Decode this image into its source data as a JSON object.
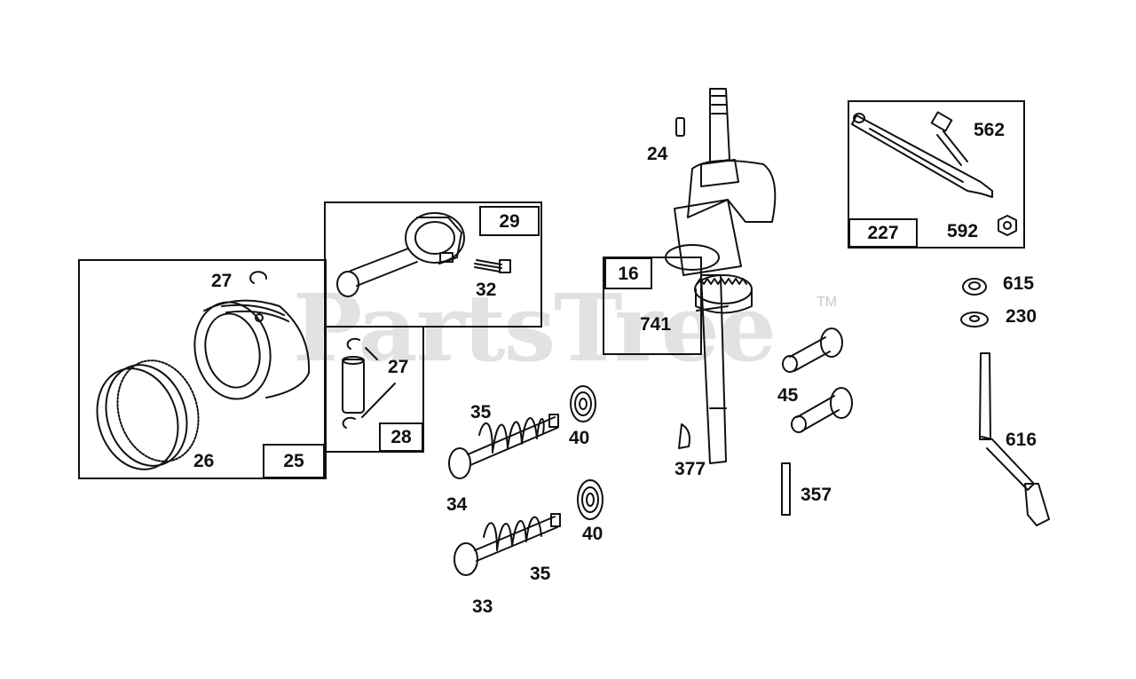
{
  "watermark": {
    "text": "PartsTree",
    "tm": "TM"
  },
  "callouts": {
    "c24": "24",
    "c562": "562",
    "c592": "592",
    "c227": "227",
    "c615": "615",
    "c230": "230",
    "c616": "616",
    "c29": "29",
    "c32": "32",
    "c16": "16",
    "c741": "741",
    "c27a": "27",
    "c27b": "27",
    "c28": "28",
    "c25": "25",
    "c26": "26",
    "c35a": "35",
    "c40a": "40",
    "c34": "34",
    "c45": "45",
    "c377": "377",
    "c357": "357",
    "c40b": "40",
    "c35b": "35",
    "c33": "33"
  }
}
